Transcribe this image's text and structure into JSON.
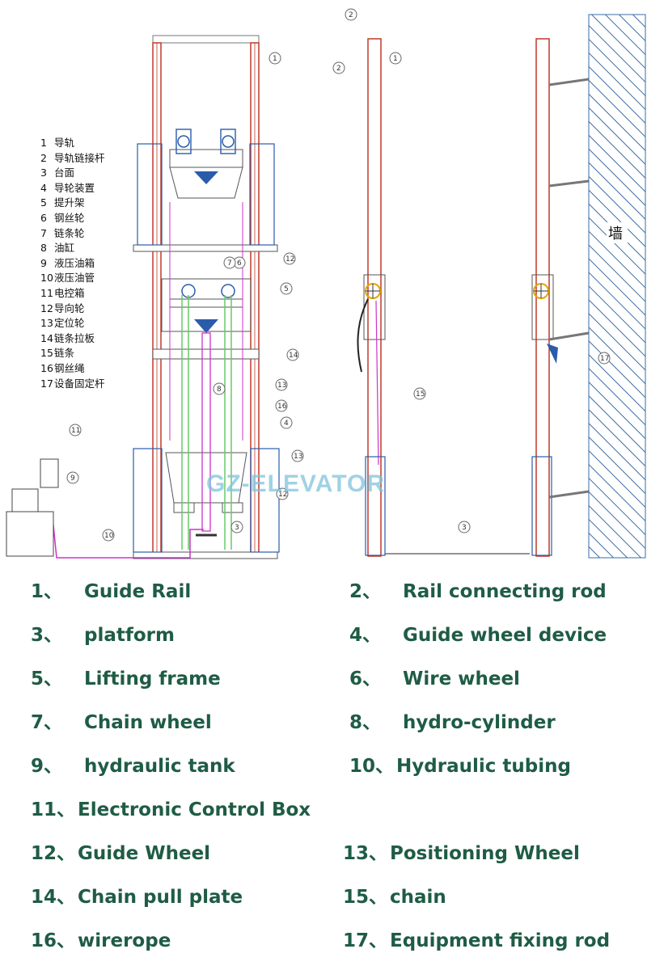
{
  "diagram": {
    "wall_label": "墙",
    "watermark": "GZ-ELEVATOR",
    "legend_cn": [
      {
        "n": "1",
        "t": "导轨"
      },
      {
        "n": "2",
        "t": "导轨链接杆"
      },
      {
        "n": "3",
        "t": "台面"
      },
      {
        "n": "4",
        "t": "导轮装置"
      },
      {
        "n": "5",
        "t": "提升架"
      },
      {
        "n": "6",
        "t": "钢丝轮"
      },
      {
        "n": "7",
        "t": "链条轮"
      },
      {
        "n": "8",
        "t": "油缸"
      },
      {
        "n": "9",
        "t": "液压油箱"
      },
      {
        "n": "10",
        "t": "液压油管"
      },
      {
        "n": "11",
        "t": "电控箱"
      },
      {
        "n": "12",
        "t": "导向轮"
      },
      {
        "n": "13",
        "t": "定位轮"
      },
      {
        "n": "14",
        "t": "链条拉板"
      },
      {
        "n": "15",
        "t": "链条"
      },
      {
        "n": "16",
        "t": "钢丝绳"
      },
      {
        "n": "17",
        "t": "设备固定杆"
      }
    ],
    "callouts": [
      "1",
      "2",
      "3",
      "4",
      "5",
      "6",
      "7",
      "8",
      "9",
      "10",
      "11",
      "12",
      "13",
      "14",
      "15",
      "16",
      "17"
    ]
  },
  "parts": [
    {
      "num": "1",
      "sep": "、",
      "label": "Guide Rail"
    },
    {
      "num": "2",
      "sep": "、",
      "label": "Rail connecting rod"
    },
    {
      "num": "3",
      "sep": "、",
      "label": "platform"
    },
    {
      "num": "4",
      "sep": "、",
      "label": "Guide wheel device"
    },
    {
      "num": "5",
      "sep": "、",
      "label": "Lifting frame"
    },
    {
      "num": "6",
      "sep": "、",
      "label": "Wire wheel"
    },
    {
      "num": "7",
      "sep": "、",
      "label": "Chain wheel"
    },
    {
      "num": "8",
      "sep": "、",
      "label": "hydro-cylinder"
    },
    {
      "num": "9",
      "sep": "、",
      "label": "hydraulic tank"
    },
    {
      "num": "10",
      "sep": "、",
      "label": "Hydraulic tubing"
    },
    {
      "num": "11",
      "sep": "、",
      "label": "Electronic Control Box"
    },
    {
      "num": "12",
      "sep": "、",
      "label": "Guide Wheel"
    },
    {
      "num": "13",
      "sep": "、",
      "label": "Positioning Wheel"
    },
    {
      "num": "14",
      "sep": "、",
      "label": "Chain pull plate"
    },
    {
      "num": "15",
      "sep": "、",
      "label": "chain"
    },
    {
      "num": "16",
      "sep": "、",
      "label": "wirerope"
    },
    {
      "num": "17",
      "sep": "、",
      "label": "Equipment fixing rod"
    }
  ],
  "colors": {
    "rail": "#c0392b",
    "green": "#66cc66",
    "magenta": "#cc33cc",
    "blue": "#2a5caa",
    "caption": "#1f5c45"
  }
}
